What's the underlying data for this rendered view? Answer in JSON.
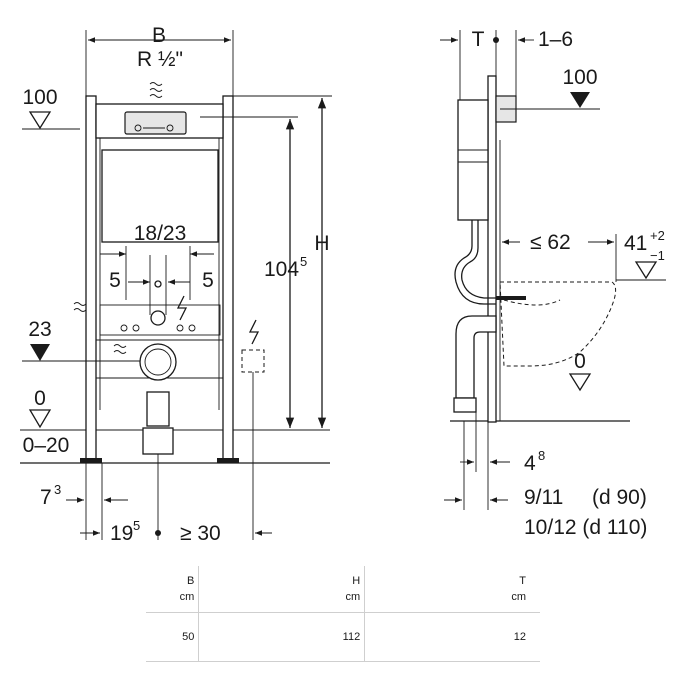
{
  "front_view": {
    "dim_b": "B",
    "thread": "R ½\"",
    "level_100": "100",
    "level_23": "23",
    "level_0": "0",
    "range_0_20": "0–20",
    "spacing_18_23": "18/23",
    "dim_5_left": "5",
    "dim_5_right": "5",
    "dim_h": "H",
    "dim_104": "104",
    "dim_104_sup": "5",
    "dim_7": "7",
    "dim_7_sup": "3",
    "dim_19": "19",
    "dim_19_sup": "5",
    "dim_ge30": "≥ 30"
  },
  "side_view": {
    "dim_t": "T",
    "dim_1_6": "1–6",
    "level_100": "100",
    "dim_le62": "≤ 62",
    "dim_41": "41",
    "tol_plus": "+2",
    "tol_minus": "−1",
    "level_0": "0",
    "dim_4": "4",
    "dim_4_sup": "8",
    "dim_9_11": "9/11",
    "note_d90": "(d 90)",
    "dim_10_12": "10/12 (d 110)"
  },
  "table": {
    "headers": [
      {
        "symbol": "B",
        "unit": "cm"
      },
      {
        "symbol": "H",
        "unit": "cm"
      },
      {
        "symbol": "T",
        "unit": "cm"
      }
    ],
    "values": [
      "50",
      "112",
      "12"
    ]
  }
}
